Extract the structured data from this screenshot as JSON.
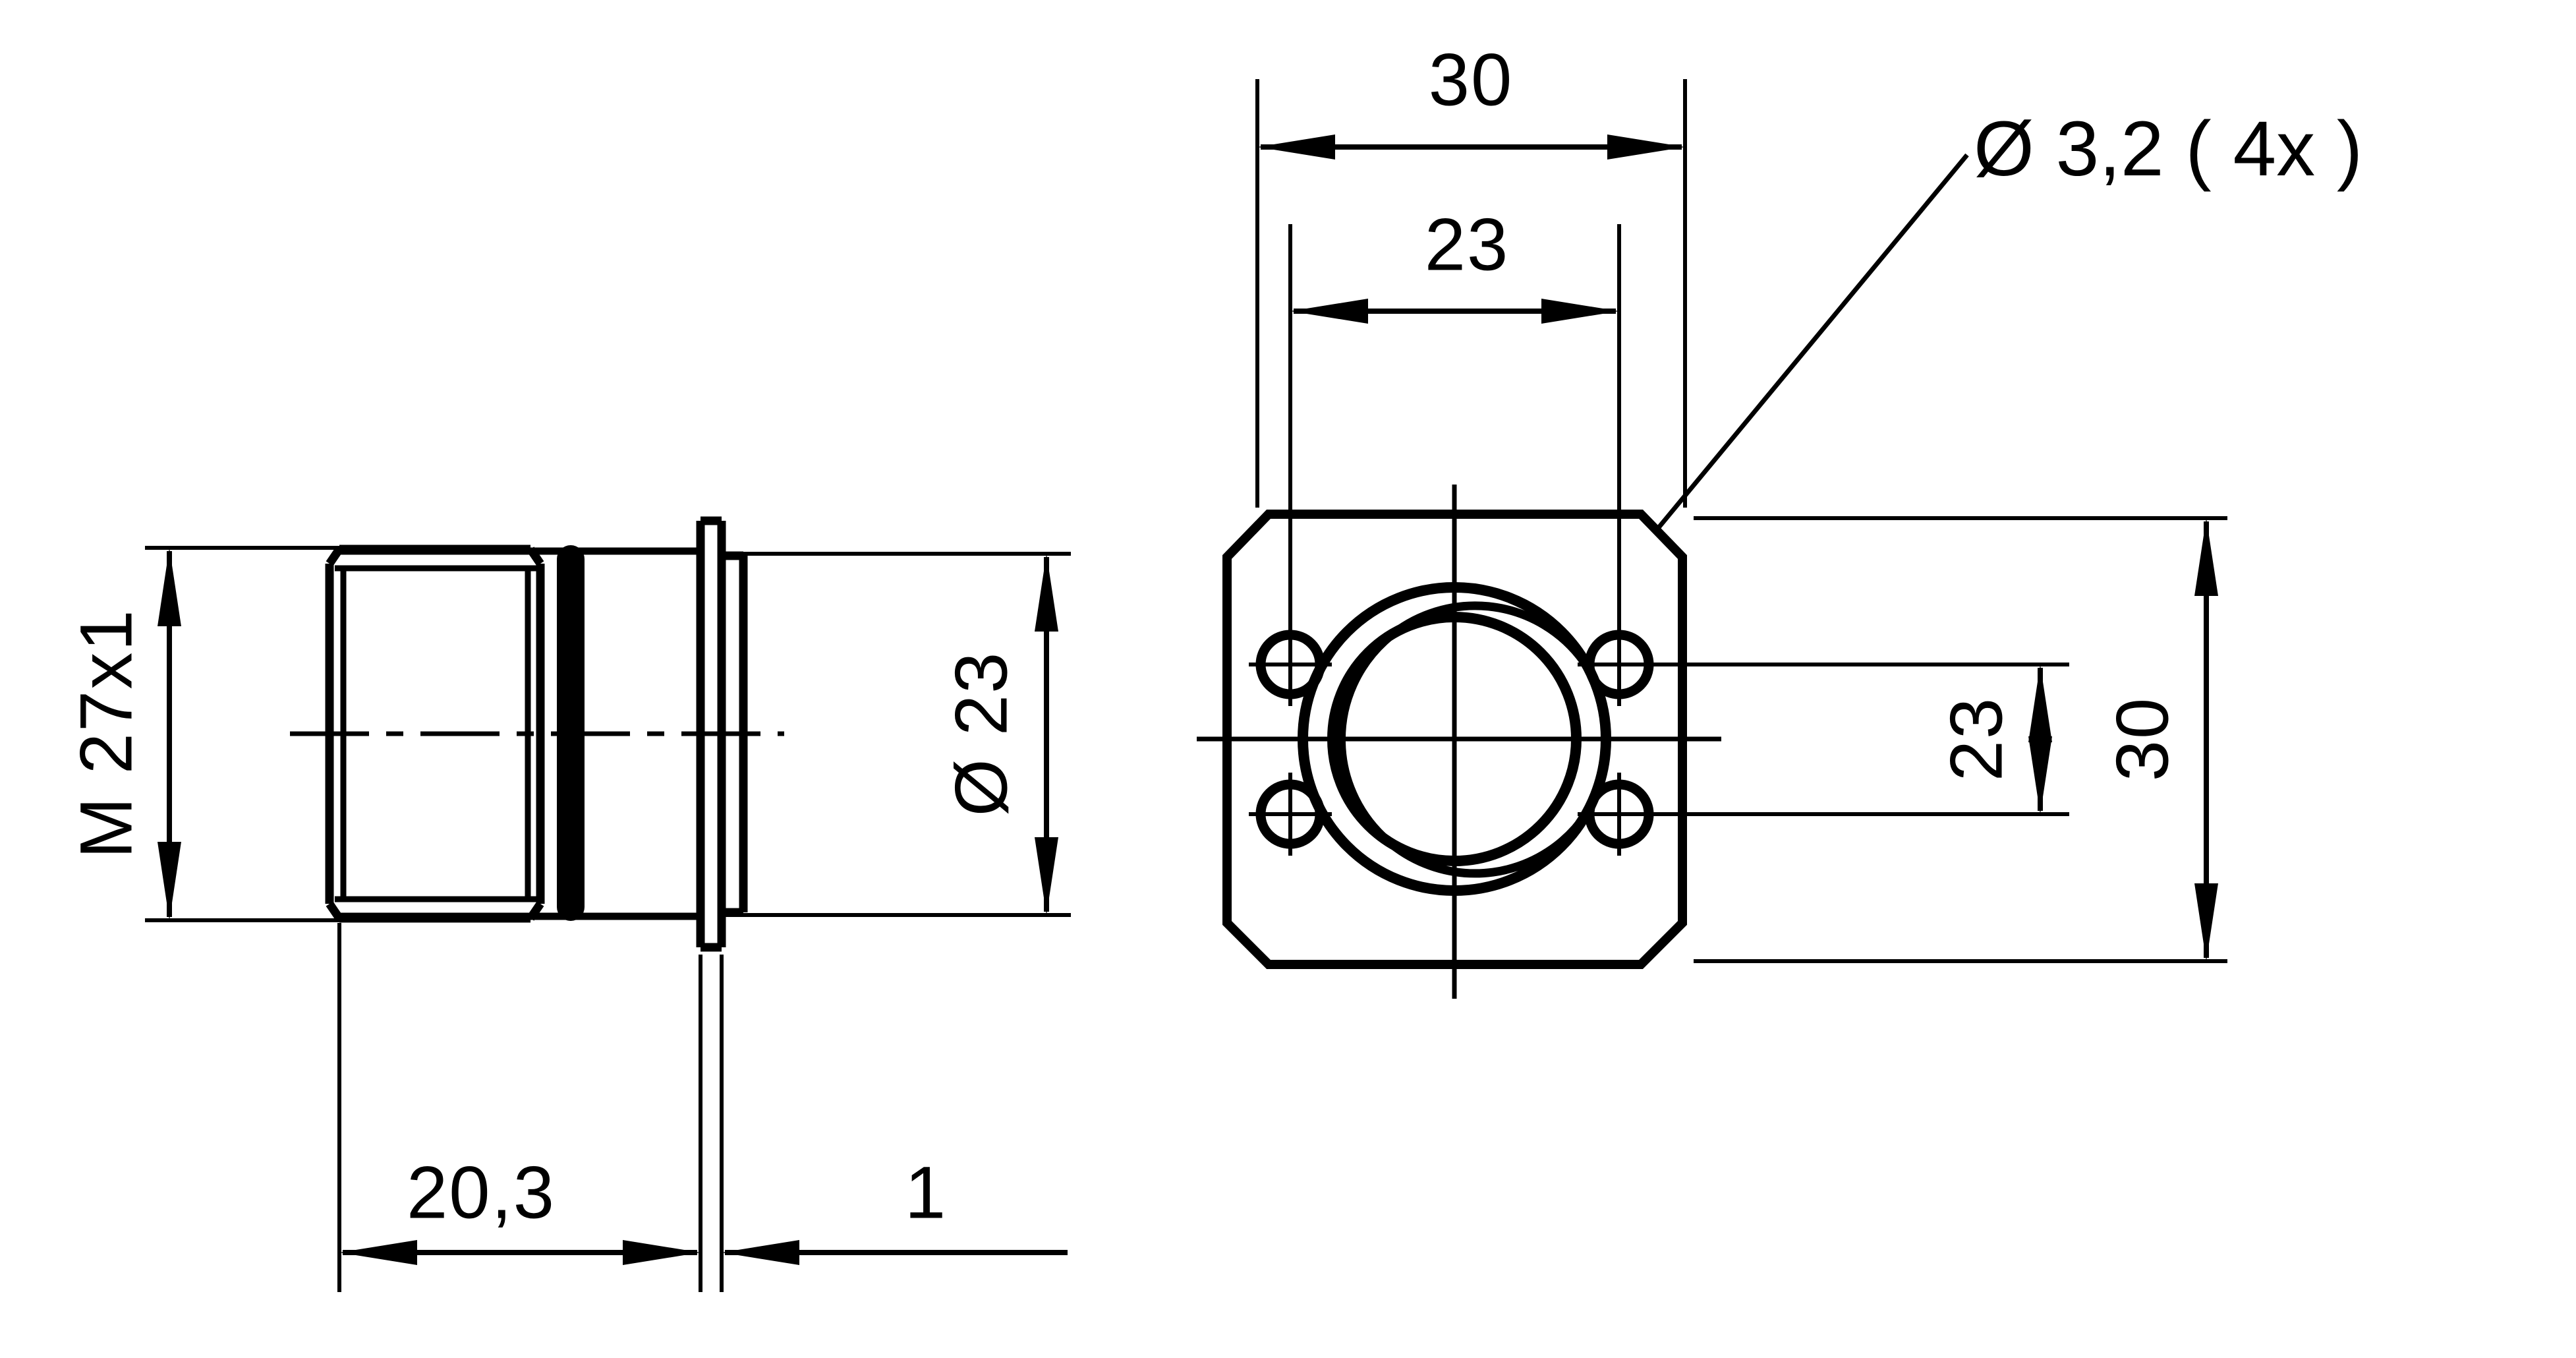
{
  "drawing": {
    "title": "Panel-mount circular connector receptacle – dimensioned technical drawing",
    "units": "mm",
    "line_color": "#000000",
    "background_color": "#ffffff",
    "views": [
      {
        "name": "side-section-view",
        "description": "Left side view: threaded barrel M27x1, O-ring, mounting flange plate"
      },
      {
        "name": "front-view",
        "description": "Right front view: square flange 30x30 with chamfered corners, 4 mounting holes, concentric bore circles"
      }
    ]
  },
  "dimensions": {
    "thread": {
      "label": "M 27x1",
      "orientation": "vertical",
      "view": "side"
    },
    "bore_diameter": {
      "label": "Ø 23",
      "orientation": "vertical",
      "view": "side"
    },
    "barrel_length": {
      "label": "20,3",
      "orientation": "horizontal",
      "view": "side"
    },
    "flange_thickness": {
      "label": "1",
      "orientation": "horizontal",
      "view": "side"
    },
    "flange_width_top": {
      "label": "30",
      "orientation": "horizontal",
      "view": "front"
    },
    "hole_pitch_top": {
      "label": "23",
      "orientation": "horizontal",
      "view": "front"
    },
    "hole_pitch_side": {
      "label": "23",
      "orientation": "vertical",
      "view": "front"
    },
    "flange_height_side": {
      "label": "30",
      "orientation": "vertical",
      "view": "front"
    },
    "hole_callout": {
      "label": "Ø 3,2 ( 4x )",
      "orientation": "leader",
      "view": "front"
    }
  }
}
